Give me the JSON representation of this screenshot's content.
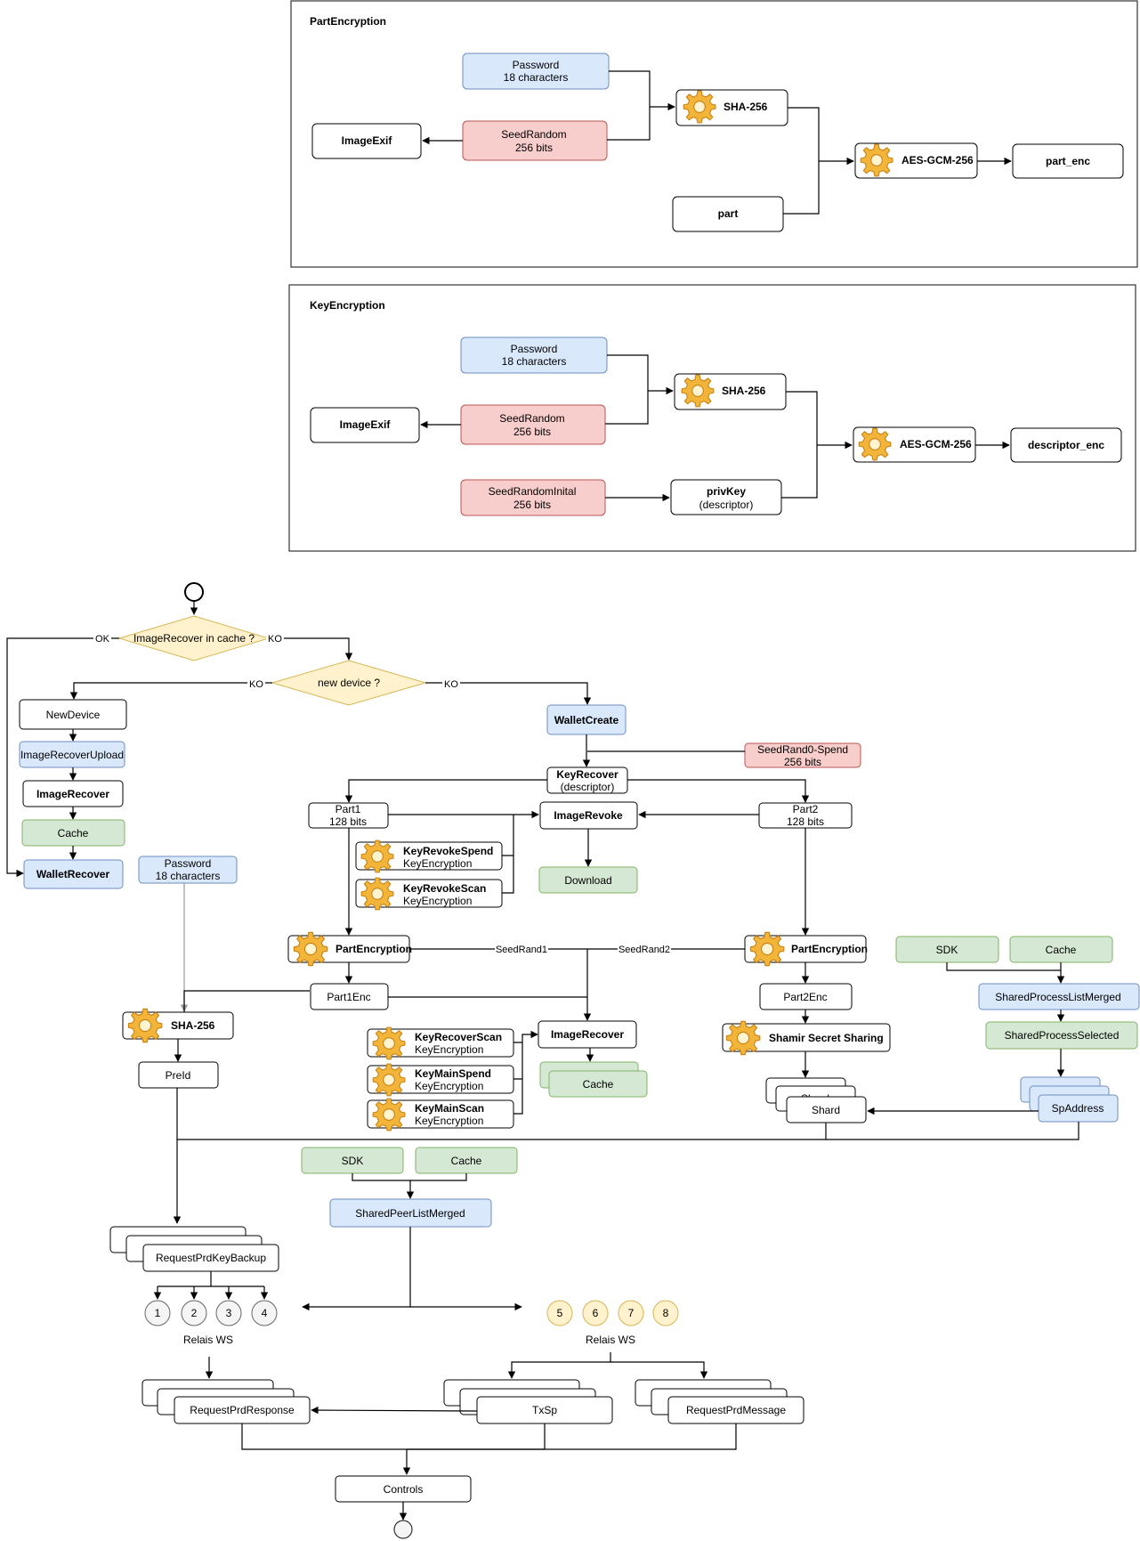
{
  "part_encryption": {
    "title": "PartEncryption",
    "password_line1": "Password",
    "password_line2": "18 characters",
    "seed_line1": "SeedRandom",
    "seed_line2": "256 bits",
    "image_exif": "ImageExif",
    "sha": "SHA-256",
    "aes": "AES-GCM-256",
    "part": "part",
    "output": "part_enc"
  },
  "key_encryption": {
    "title": "KeyEncryption",
    "password_line1": "Password",
    "password_line2": "18 characters",
    "seed_line1": "SeedRandom",
    "seed_line2": "256 bits",
    "seed_initial_line1": "SeedRandomInital",
    "seed_initial_line2": "256 bits",
    "image_exif": "ImageExif",
    "sha": "SHA-256",
    "aes": "AES-GCM-256",
    "privkey_line1": "privKey",
    "privkey_line2": "(descriptor)",
    "output": "descriptor_enc"
  },
  "flow": {
    "decision_cache": "ImageRecover in cache ?",
    "ok": "OK",
    "ko": "KO",
    "decision_device": "new device ?",
    "new_device": "NewDevice",
    "image_recover_upload": "ImageRecoverUpload",
    "image_recover": "ImageRecover",
    "cache": "Cache",
    "wallet_recover": "WalletRecover",
    "password_line1": "Password",
    "password_line2": "18 characters",
    "sha": "SHA-256",
    "pre_id": "PreId",
    "wallet_create": "WalletCreate",
    "seed_rand0_line1": "SeedRand0-Spend",
    "seed_rand0_line2": "256 bits",
    "key_recover_line1": "KeyRecover",
    "key_recover_line2": "(descriptor)",
    "part1_line1": "Part1",
    "part1_line2": "128 bits",
    "part2_line1": "Part2",
    "part2_line2": "128 bits",
    "image_revoke": "ImageRevoke",
    "download": "Download",
    "key_encryption": "KeyEncryption",
    "key_revoke_spend": "KeyRevokeSpend",
    "key_revoke_scan": "KeyRevokeScan",
    "part_encryption": "PartEncryption",
    "seed_rand1": "SeedRand1",
    "seed_rand2": "SeedRand2",
    "part1_enc": "Part1Enc",
    "part2_enc": "Part2Enc",
    "key_recover_scan": "KeyRecoverScan",
    "key_main_spend": "KeyMainSpend",
    "key_main_scan": "KeyMainScan",
    "image_recover_mid": "ImageRecover",
    "cache_mid": "Cache",
    "shamir": "Shamir Secret Sharing",
    "shard": "Shard",
    "shard_partial": "Shard",
    "sdk": "SDK",
    "cache_right": "Cache",
    "shared_process_list_merged": "SharedProcessListMerged",
    "shared_process_selected": "SharedProcessSelected",
    "sp_address": "SpAddress",
    "sdk_bottom": "SDK",
    "cache_bottom": "Cache",
    "shared_peer_list_merged": "SharedPeerListMerged",
    "request_prd_key_backup": "RequestPrdKeyBackup",
    "relays_left": [
      "1",
      "2",
      "3",
      "4"
    ],
    "relays_right": [
      "5",
      "6",
      "7",
      "8"
    ],
    "relais_ws": "Relais WS",
    "request_prd_response": "RequestPrdResponse",
    "tx_sp": "TxSp",
    "request_prd_message": "RequestPrdMessage",
    "controls": "Controls"
  }
}
